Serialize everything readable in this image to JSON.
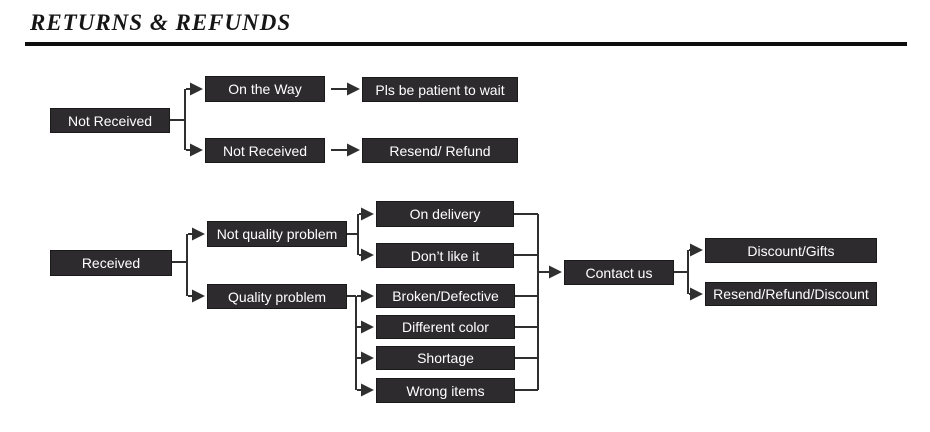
{
  "header": {
    "title": "RETURNS & REFUNDS"
  },
  "flow": {
    "not_received_branch": {
      "root": "Not Received",
      "case_shipping": "On the Way",
      "case_shipping_outcome": "Pls be patient to wait",
      "case_lost": "Not Received",
      "case_lost_outcome": "Resend/ Refund"
    },
    "received_branch": {
      "root": "Received",
      "not_quality_problem": "Not quality problem",
      "not_quality_reasons": [
        "On delivery",
        "Don’t like it"
      ],
      "quality_problem": "Quality problem",
      "quality_reasons": [
        "Broken/Defective",
        "Different color",
        "Shortage",
        "Wrong items"
      ],
      "contact": "Contact us",
      "outcome_not_quality": "Discount/Gifts",
      "outcome_quality": "Resend/Refund/Discount"
    }
  },
  "colors": {
    "box_background": "#2d2b2e",
    "box_text": "#ffffff",
    "connector": "#2f2f2f",
    "title_text": "#161616",
    "title_rule": "#0e0e0e",
    "page_background": "#ffffff"
  }
}
